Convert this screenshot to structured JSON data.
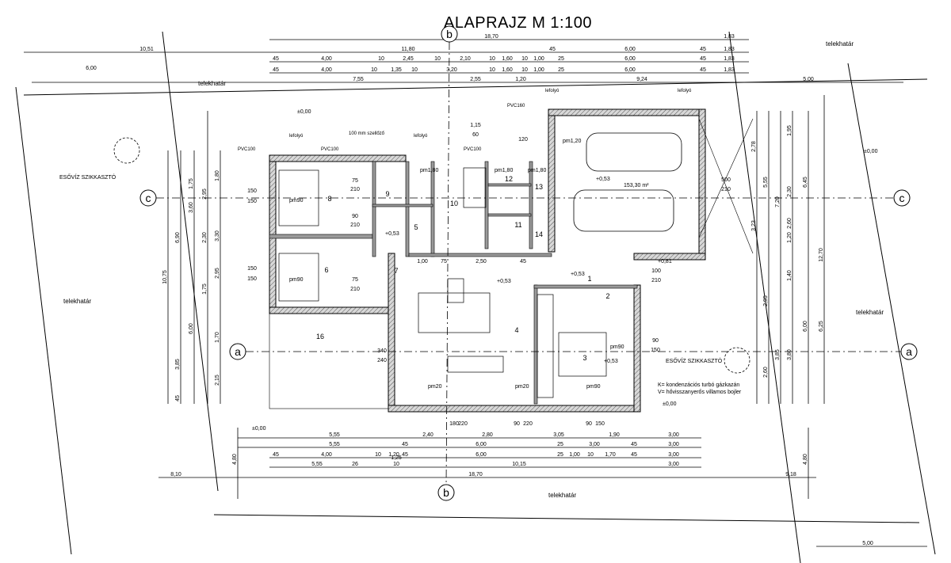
{
  "title": "ALAPRAJZ M 1:100",
  "colors": {
    "line": "#000000",
    "wall": "#cfcfcf",
    "dim": "#444444"
  },
  "property_labels": [
    "telekhatár",
    "telekhatár",
    "telekhatár",
    "telekhatár",
    "telekhatár"
  ],
  "axes": {
    "a": "a",
    "b": "b",
    "c": "c"
  },
  "levels": {
    "zero": "±0,00",
    "floor": "+0,53",
    "entry": "+0,81",
    "garage_area": "153,30 m²"
  },
  "rooms": [
    "1",
    "2",
    "3",
    "4",
    "5",
    "6",
    "7",
    "8",
    "9",
    "10",
    "11",
    "12",
    "13",
    "14",
    "16"
  ],
  "rainwater": "ESŐVÍZ SZIKKASZTÓ",
  "labels": {
    "lefolyo": "lefolyó",
    "pvc100": "PVC100",
    "pvc160": "PVC160",
    "vent": "100 mm szellőző",
    "pm180": "pm1,80",
    "pm120": "pm1,20",
    "pm90": "pm90",
    "pm20": "pm20"
  },
  "legend": {
    "k": "K= kondenzációs turbó gázkazán",
    "v": "V= hővisszanyerős villamos bojler"
  },
  "top_dims": {
    "row1": [
      "18,70",
      "1,83"
    ],
    "row2": [
      "10,51",
      "11,80",
      "45",
      "6,00",
      "45",
      "1,83"
    ],
    "row3": [
      "45",
      "4,00",
      "10",
      "2,45",
      "10",
      "2,10",
      "10",
      "1,60",
      "10",
      "1,00",
      "25",
      "6,00",
      "45",
      "1,83"
    ],
    "row4": [
      "45",
      "4,00",
      "10",
      "1,35",
      "10",
      "3,20",
      "10",
      "1,60",
      "10",
      "1,00",
      "25",
      "6,00",
      "45",
      "1,83"
    ],
    "row5": [
      "6,00",
      "7,55",
      "2,55",
      "1,20",
      "9,24",
      "5,00"
    ]
  },
  "bottom_dims": {
    "row1": [
      "5,55",
      "2,40",
      "2,80",
      "3,05",
      "1,90",
      "3,00"
    ],
    "row2": [
      "5,55",
      "45",
      "6,00",
      "25",
      "3,00",
      "45",
      "3,00"
    ],
    "row3": [
      "45",
      "4,00",
      "10",
      "1,20",
      "10",
      "1,25",
      "45",
      "6,00",
      "25",
      "1,00",
      "10",
      "1,70",
      "45",
      "3,00"
    ],
    "row4": [
      "5,55",
      "26",
      "10,15",
      "3,00"
    ],
    "row5": [
      "8,10",
      "18,70",
      "9,18"
    ],
    "row6": [
      "5,00"
    ]
  },
  "left_dims": [
    "10,75",
    "6,90",
    "3,60",
    "2,95",
    "1,75",
    "2,30",
    "6,00",
    "3,85",
    "45",
    "1,80",
    "3,30",
    "1,75",
    "1,70",
    "2,15",
    "2,95",
    "4,80"
  ],
  "right_dims": [
    "2,78",
    "5,55",
    "3,23",
    "12,70",
    "6,45",
    "7,20",
    "1,95",
    "2,30",
    "2,60",
    "1,20",
    "1,40",
    "2,95",
    "6,00",
    "6,25",
    "3,85",
    "2,60",
    "3,80",
    "4,80"
  ],
  "door_window_dims": [
    "75",
    "210",
    "150",
    "150",
    "90",
    "210",
    "150",
    "150",
    "75",
    "210",
    "500",
    "210",
    "100",
    "210",
    "340",
    "240",
    "90",
    "150",
    "180",
    "220",
    "90",
    "220",
    "90",
    "150",
    "2,50",
    "1,00",
    "75",
    "45",
    "1,15",
    "120",
    "60"
  ]
}
